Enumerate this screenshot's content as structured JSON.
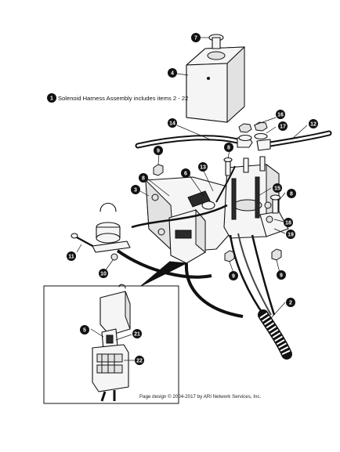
{
  "note": {
    "number": "1",
    "text": "Solenoid Harness Assembly includes items 2 - 22"
  },
  "callouts": [
    {
      "id": "7",
      "label": "7"
    },
    {
      "id": "4",
      "label": "4"
    },
    {
      "id": "14",
      "label": "14"
    },
    {
      "id": "16",
      "label": "16"
    },
    {
      "id": "17",
      "label": "17"
    },
    {
      "id": "12",
      "label": "12"
    },
    {
      "id": "8a",
      "label": "8"
    },
    {
      "id": "9a",
      "label": "9"
    },
    {
      "id": "6",
      "label": "6"
    },
    {
      "id": "13",
      "label": "13"
    },
    {
      "id": "8b",
      "label": "8"
    },
    {
      "id": "3",
      "label": "3"
    },
    {
      "id": "15",
      "label": "15"
    },
    {
      "id": "8c",
      "label": "8"
    },
    {
      "id": "18",
      "label": "18"
    },
    {
      "id": "19",
      "label": "19"
    },
    {
      "id": "11",
      "label": "11"
    },
    {
      "id": "10",
      "label": "10"
    },
    {
      "id": "9b",
      "label": "9"
    },
    {
      "id": "9c",
      "label": "9"
    },
    {
      "id": "2",
      "label": "2"
    },
    {
      "id": "5",
      "label": "5"
    },
    {
      "id": "21",
      "label": "21"
    },
    {
      "id": "22",
      "label": "22"
    }
  ],
  "credit": "Page design © 2004-2017 by ARI Network Services, Inc."
}
